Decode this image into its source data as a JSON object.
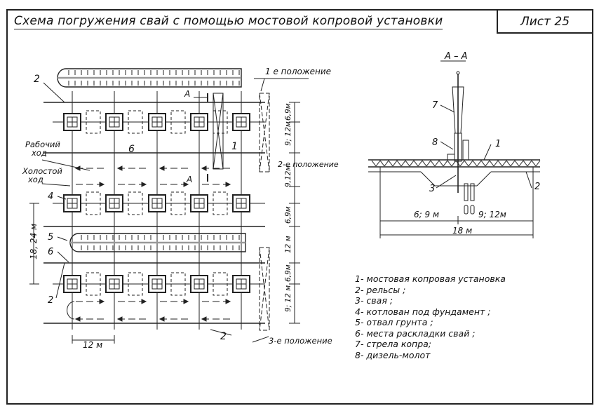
{
  "title": "Схема погружения свай с помощью мостовой копровой установки",
  "sheet_label": "Лист 25",
  "plan": {
    "positions": [
      "1 е положение",
      "2-е положение",
      "3-е положение"
    ],
    "work_stroke": [
      "Рабочий",
      "ход"
    ],
    "idle_stroke": [
      "Холостой",
      "ход"
    ],
    "callouts": {
      "rail": "2",
      "crane": "1",
      "pit": "4",
      "spoil": "5",
      "pile_place": "6",
      "section_mark": "A"
    },
    "dims_right": [
      "6,9м",
      "9; 12м",
      "9,12м",
      "6,9м",
      "12 м",
      "6,9м",
      "9; 12 м"
    ],
    "dim_left": "18, 24 м",
    "dim_bottom": "12 м"
  },
  "section": {
    "title": "A – A",
    "callouts": {
      "boom": "7",
      "hammer": "8",
      "crane": "1",
      "pile": "3",
      "rail": "2"
    },
    "dim_left": "6; 9 м",
    "dim_right": "9; 12м",
    "dim_total": "18 м"
  },
  "legend": [
    "1- мостовая копровая установка",
    "2- рельсы ;",
    "3- свая ;",
    "4- котлован под фундамент ;",
    "5- отвал грунта ;",
    "6- места раскладки свай ;",
    "7- стрела копра;",
    "8- дизель-молот"
  ]
}
